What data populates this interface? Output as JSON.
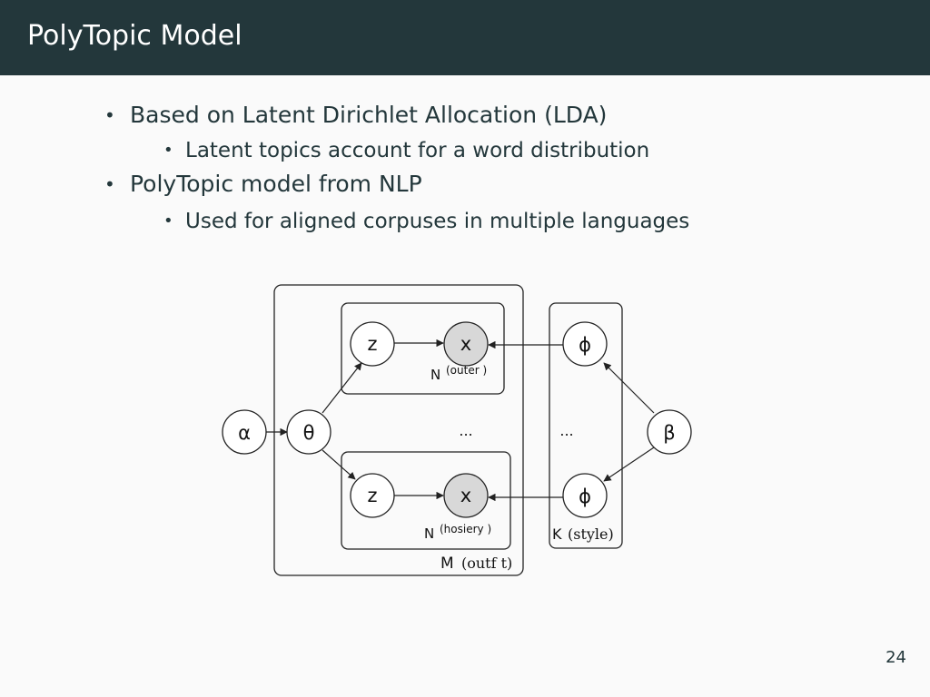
{
  "slide": {
    "title": "PolyTopic Model",
    "page_number": "24"
  },
  "bullets": [
    {
      "text": "Based on Latent Dirichlet Allocation (LDA)"
    },
    {
      "text": "Latent topics account for a word distribution"
    },
    {
      "text": "PolyTopic model from NLP"
    },
    {
      "text": "Used for aligned corpuses in multiple languages"
    }
  ],
  "bullet_marker": "•",
  "diagram": {
    "nodes": {
      "alpha": "α",
      "theta": "θ",
      "z_top": "z",
      "x_top": "x",
      "z_bottom": "z",
      "x_bottom": "x",
      "phi_top": "ϕ",
      "phi_bottom": "ϕ",
      "beta": "β"
    },
    "ellipsis_left": "...",
    "ellipsis_right": "...",
    "plates": {
      "outer_n": "N",
      "outer_sub": "(outer )",
      "hosiery_n": "N",
      "hosiery_sub": "(hosiery )",
      "outfit_letter": "M",
      "outfit_sub": "(outf t)",
      "style_letter": "K",
      "style_sub": "(style)"
    },
    "colors": {
      "observed_fill": "#d8d8d8",
      "node_fill": "#ffffff",
      "stroke": "#222222"
    }
  }
}
